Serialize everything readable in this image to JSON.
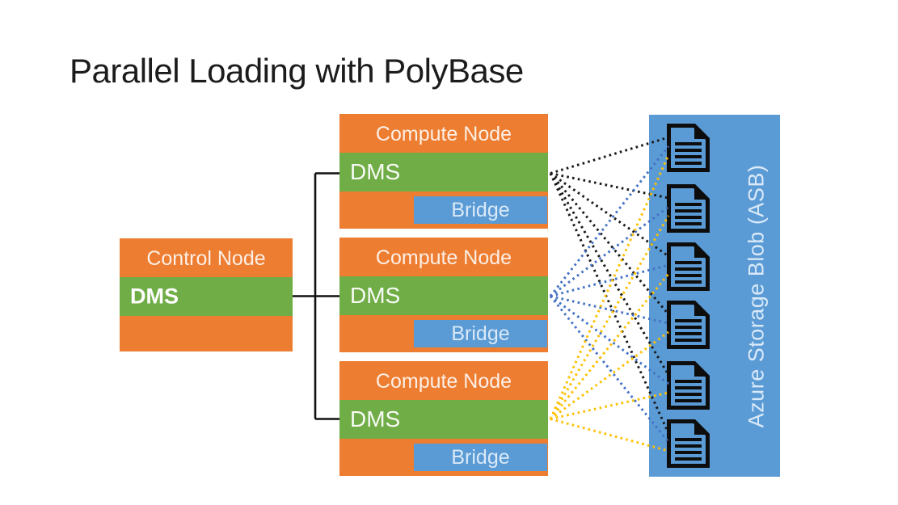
{
  "title": "Parallel Loading with PolyBase",
  "control_node": {
    "label": "Control Node",
    "dms_label": "DMS"
  },
  "compute_nodes": [
    {
      "label": "Compute Node",
      "dms_label": "DMS",
      "bridge_label": "Bridge"
    },
    {
      "label": "Compute Node",
      "dms_label": "DMS",
      "bridge_label": "Bridge"
    },
    {
      "label": "Compute Node",
      "dms_label": "DMS",
      "bridge_label": "Bridge"
    }
  ],
  "storage": {
    "label": "Azure Storage Blob (ASB)",
    "file_count": 6
  },
  "colors": {
    "node_orange": "#ED7D31",
    "dms_green": "#70AD47",
    "bridge_blue": "#5B9BD5",
    "storage_blue": "#5B9BD5",
    "line_black": "#1A1A1A",
    "line_blue": "#4472C4",
    "line_yellow": "#FFC000"
  },
  "connections": [
    {
      "from": "compute-node-1-bridge",
      "to": "all-storage-files",
      "color_key": "line_black"
    },
    {
      "from": "compute-node-2-bridge",
      "to": "all-storage-files",
      "color_key": "line_blue"
    },
    {
      "from": "compute-node-3-bridge",
      "to": "all-storage-files",
      "color_key": "line_yellow"
    }
  ]
}
